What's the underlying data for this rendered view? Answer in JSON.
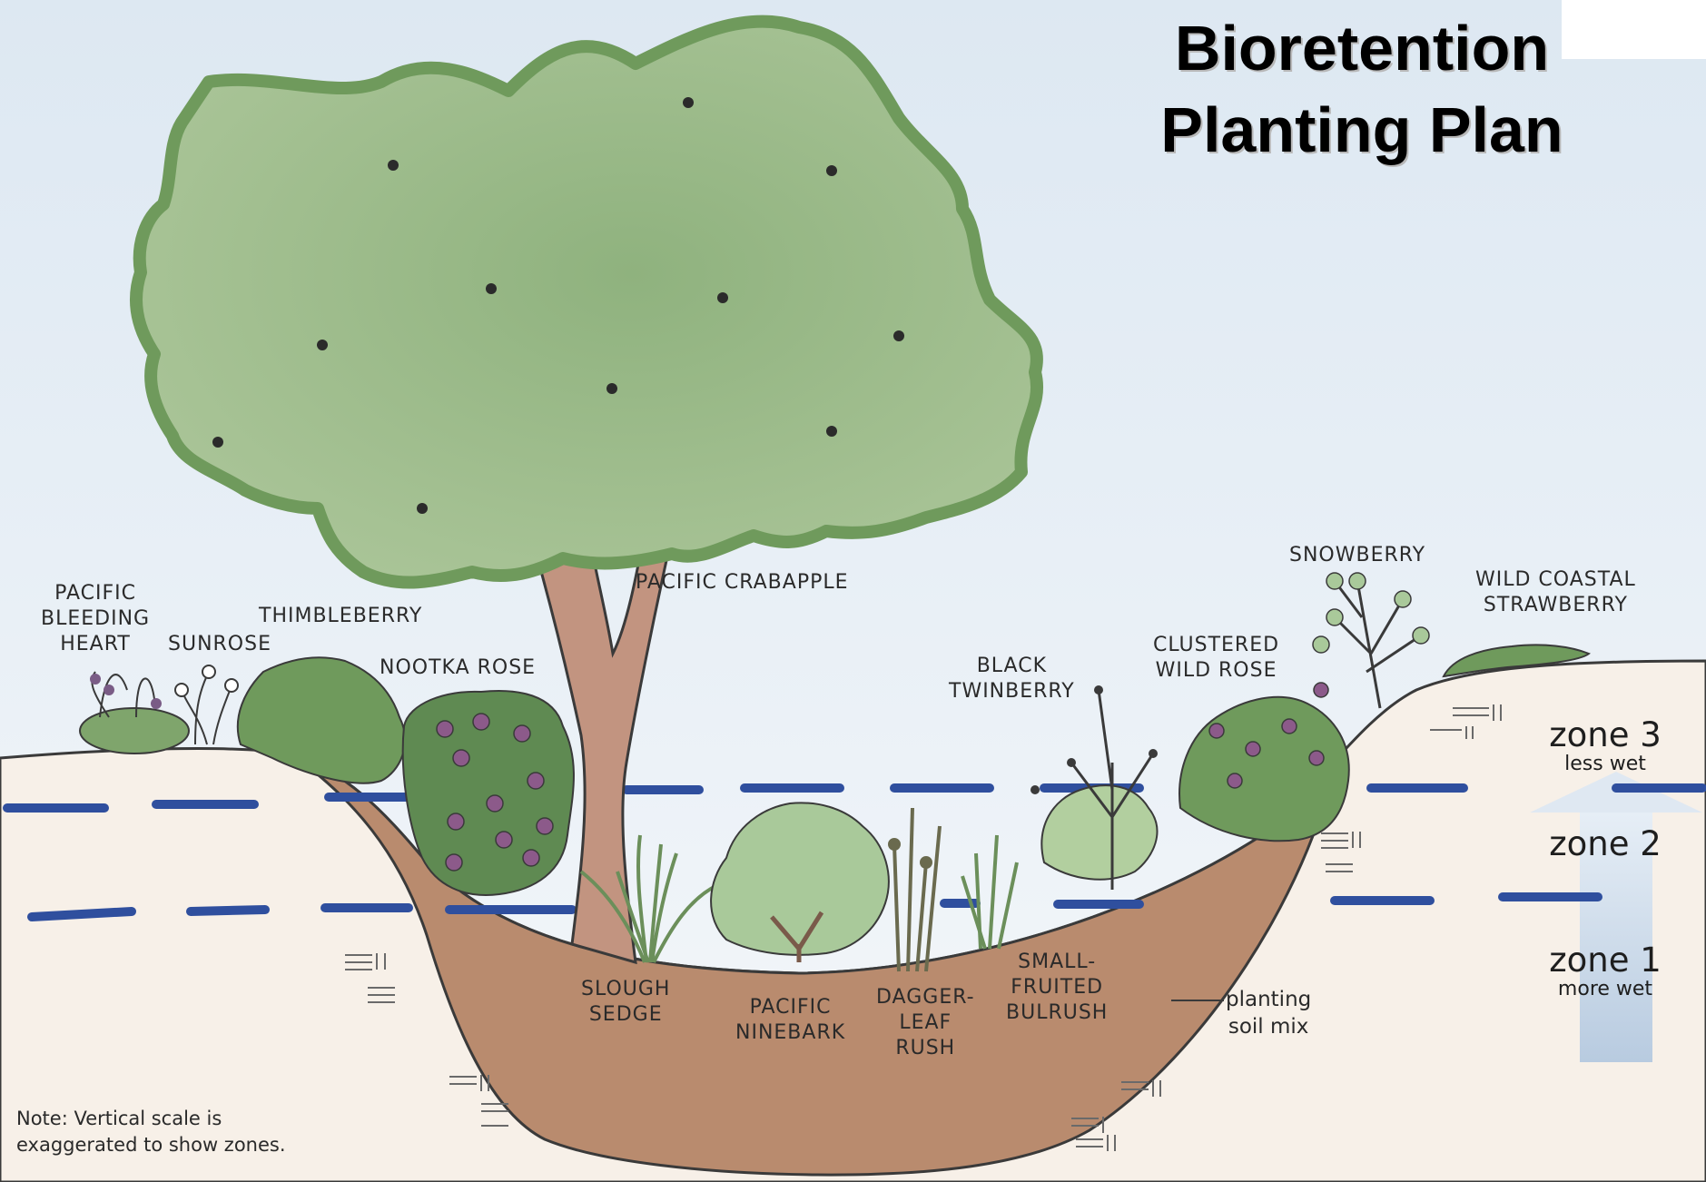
{
  "title": {
    "line1": "Bioretention",
    "line2": "Planting Plan"
  },
  "plants": {
    "pacific_bleeding_heart": [
      "PACIFIC",
      "BLEEDING",
      "HEART"
    ],
    "sunrose": [
      "SUNROSE"
    ],
    "thimbleberry": [
      "THIMBLEBERRY"
    ],
    "nootka_rose": [
      "NOOTKA ROSE"
    ],
    "pacific_crabapple": [
      "PACIFIC CRABAPPLE"
    ],
    "slough_sedge": [
      "SLOUGH",
      "SEDGE"
    ],
    "pacific_ninebark": [
      "PACIFIC",
      "NINEBARK"
    ],
    "dagger_leaf_rush": [
      "DAGGER-",
      "LEAF",
      "RUSH"
    ],
    "small_fruited_bulrush": [
      "SMALL-",
      "FRUITED",
      "BULRUSH"
    ],
    "black_twinberry": [
      "BLACK",
      "TWINBERRY"
    ],
    "clustered_wild_rose": [
      "CLUSTERED",
      "WILD ROSE"
    ],
    "snowberry": [
      "SNOWBERRY"
    ],
    "wild_coastal_strawberry": [
      "WILD COASTAL",
      "STRAWBERRY"
    ]
  },
  "soil_label": [
    "planting",
    "soil mix"
  ],
  "zones": [
    {
      "name": "zone 3",
      "sub": "less wet"
    },
    {
      "name": "zone 2",
      "sub": ""
    },
    {
      "name": "zone 1",
      "sub": "more wet"
    }
  ],
  "note": [
    "Note: Vertical scale is",
    "exaggerated to show zones."
  ],
  "colors": {
    "sky": "#eef3f8",
    "ground": "#f6efe7",
    "soil": "#b98b6e",
    "canopy": "#9dbb8a",
    "canopy_edge": "#6f9a5c",
    "trunk": "#c0907a",
    "water_line": "#2f4f9e",
    "arrow": "#c9d8ea"
  }
}
